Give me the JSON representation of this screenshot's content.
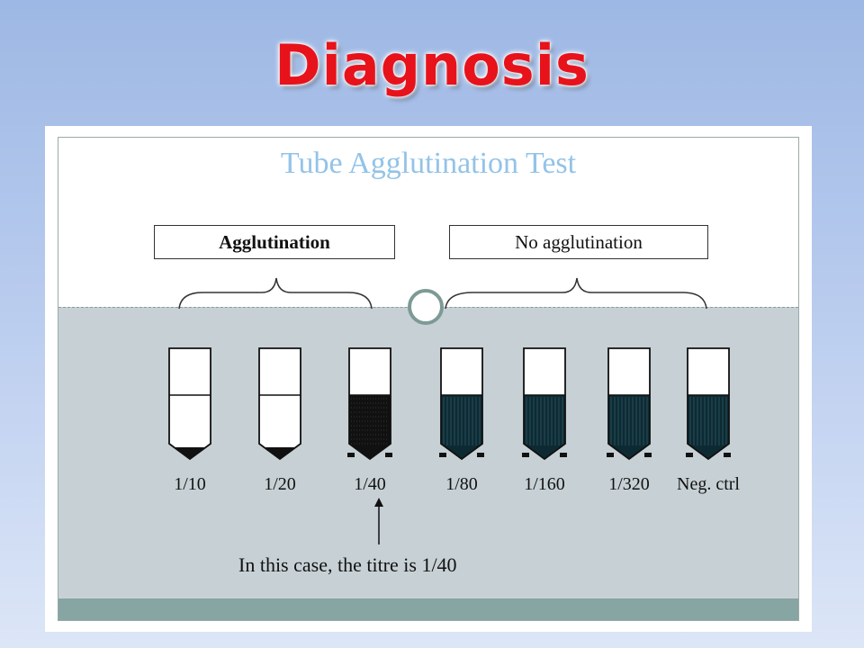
{
  "slide": {
    "title": "Diagnosis",
    "title_color": "#e8121b"
  },
  "diagram": {
    "title": "Tube Agglutination Test",
    "group_labels": {
      "agglutination": "Agglutination",
      "no_agglutination": "No agglutination"
    },
    "tubes": [
      {
        "label": "1/10",
        "state": "agglutination"
      },
      {
        "label": "1/20",
        "state": "agglutination"
      },
      {
        "label": "1/40",
        "state": "agglutination"
      },
      {
        "label": "1/80",
        "state": "no agglutination"
      },
      {
        "label": "1/160",
        "state": "no agglutination"
      },
      {
        "label": "1/320",
        "state": "no agglutination"
      },
      {
        "label": "Neg. ctrl",
        "state": "no agglutination"
      }
    ],
    "result_note": "In this case, the titre is 1/40",
    "colors": {
      "title": "#93c3e8",
      "band": "#c7d1d5",
      "strip": "#87a5a2",
      "fluid_dark": "#0d2a33"
    }
  }
}
